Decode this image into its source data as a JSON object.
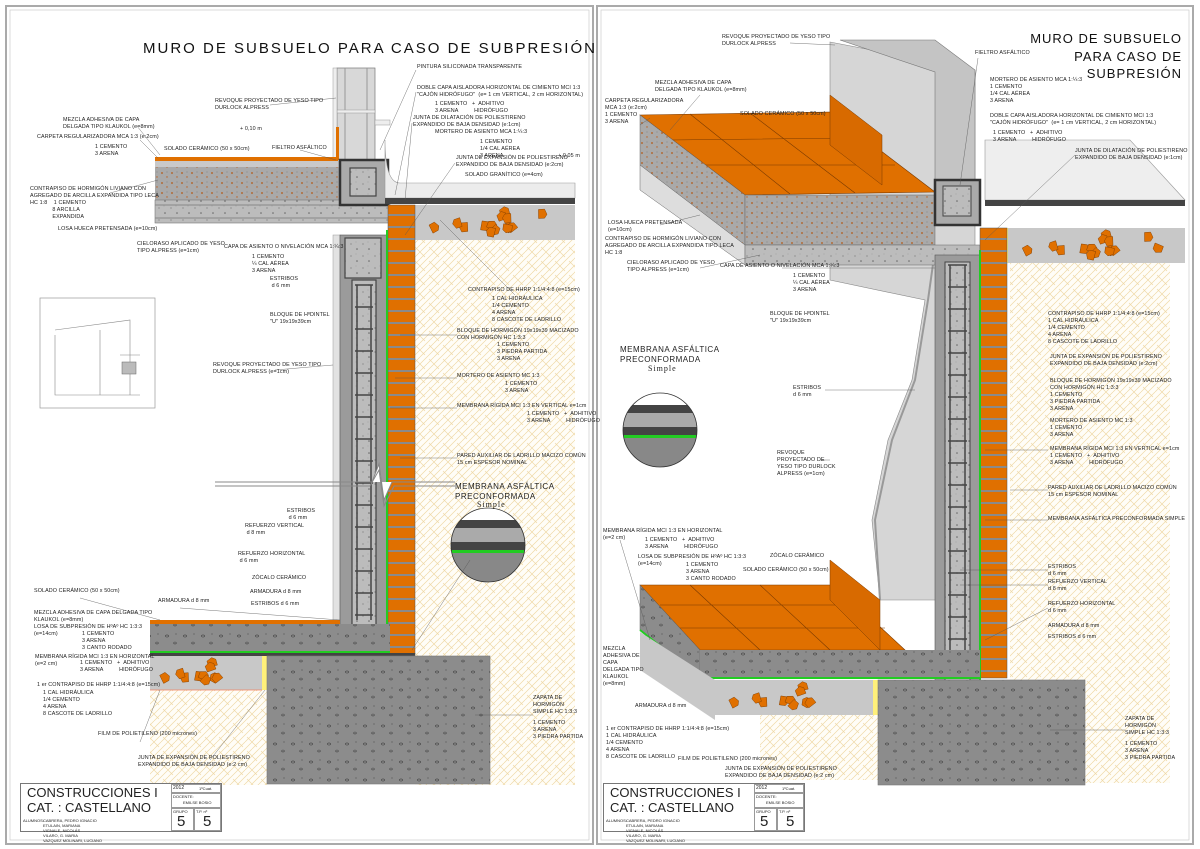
{
  "left": {
    "title": "MURO DE SUBSUELO PARA CASO DE SUBPRESIÓN",
    "membrane_title": "MEMBRANA ASFÁLTICA\nPRECONFORMADA",
    "membrane_sub": "Simple",
    "labels": [
      "PINTURA SILICONADA TRANSPARENTE",
      "DOBLE CAPA AISLADORA HORIZONTAL DE CIMIENTO MCI 1:3\n\"CAJÓN HIDRÓFUGO\"  (e= 1 cm VERTICAL, 2 cm HORIZONTAL)",
      "1 CEMENTO   +  ADHITIVO\n3 ARENA          HIDRÓFUGO",
      "JUNTA DE DILATACIÓN DE POLIESTIRENO\nEXPANDIDO DE BAJA DENSIDAD (e:1cm)",
      "MORTERO DE ASIENTO MCA 1:¼:3",
      "1 CEMENTO\n1/4 CAL AÉREA\n3 ARENA",
      "JUNTA DE EXPANSIÓN DE POLIESTIRENO\nEXPANDIDO DE BAJA DENSIDAD (e:2cm)",
      "SOLADO GRANÍTICO (e=4cm)",
      "+ 0,05 m",
      "REVOQUE PROYECTADO DE YESO TIPO\nDURLOCK ALPRESS",
      "MEZCLA ADHESIVA DE CAPA\nDELGADA TIPO KLAUKOL (e=8mm)",
      "CARPETA REGULARIZADORA MCA 1:3 (e:2cm)",
      "1 CEMENTO\n3 ARENA",
      "+ 0,10 m",
      "SOLADO CERÁMICO (50 x 50cm)",
      "FIELTRO ASFÁLTICO",
      "CONTRAPISO DE HORMIGÓN LIVIANO CON\nAGREGADO DE ARCILLA EXPANDIDA TIPO LECA\nHC 1:8    1 CEMENTO\n              8 ARCILLA\n              EXPANDIDA",
      "LOSA HUECA PRETENSADA (e=10cm)",
      "CIELORASO APLICADO DE YESO\nTIPO ALPRESS (e=1cm)",
      "CAPA DE ASIENTO O NIVELACIÓN MCA 1:¼:3",
      "1 CEMENTO\n¼ CAL AÉREA\n3 ARENA",
      "ESTRIBOS\n d 6 mm",
      "BLOQUE DE HºDINTEL\n\"U\" 19x19x39cm",
      "REVOQUE PROYECTADO DE YESO TIPO\nDURLOCK ALPRESS (e=1cm)",
      "CONTRAPISO DE HHRP 1:1/4:4:8 (e=15cm)",
      "1 CAL HIDRÁULICA\n1/4 CEMENTO\n4 ARENA\n8 CASCOTE DE LADRILLO",
      "BLOQUE DE HORMIGÓN 19x19x39 MACIZADO\nCON HORMIGÓN HC 1:3:3",
      "1 CEMENTO\n3 PIEDRA PARTIDA\n3 ARENA",
      "MORTERO DE ASIENTO MC 1:3",
      "1 CEMENTO\n3 ARENA",
      "MEMBRANA RÍGIDA MCI 1:3 EN VERTICAL e=1cm",
      "1 CEMENTO   +  ADHITIVO\n3 ARENA          HIDRÓFUGO",
      "PARED AUXILIAR DE LADRILLO MACIZO COMÚN\n15 cm ESPESOR NOMINAL",
      "ESTRIBOS\n d 6 mm",
      "REFUERZO VERTICAL\n d 8 mm",
      "REFUERZO HORIZONTAL\n d 6 mm",
      "ZÓCALO CERÁMICO",
      "ARMADURA d 8 mm",
      "ESTRIBOS d 6 mm",
      "ARMADURA d 8 mm",
      "SOLADO CERÁMICO (50 x 50cm)",
      "MEZCLA ADHESIVA DE CAPA DELGADA TIPO\nKLAUKOL (e=8mm)",
      "LOSA DE SUBPRESIÓN DE HºAº HC 1:3:3\n(e=14cm)",
      "1 CEMENTO\n3 ARENA\n3 CANTO RODADO",
      "MEMBRANA RÍGIDA MCI 1:3 EN HORIZONTAL\n(e=2 cm)",
      "1 CEMENTO   +  ADHITIVO\n3 ARENA          HIDRÓFUGO",
      "1 er CONTRAPISO DE HHRP 1:1/4:4:8 (e=15cm)",
      "1 CAL HIDRÁULICA\n1/4 CEMENTO\n4 ARENA\n8 CASCOTE DE LADRILLO",
      "FILM DE POLIETILENO (200 micrones)",
      "JUNTA DE EXPANSIÓN DE POLIESTIRENO\nEXPANDIDO DE BAJA DENSIDAD (e:2 cm)",
      "ZAPATA DE\nHORMIGÓN\nSIMPLE HC 1:3:3",
      "1 CEMENTO\n3 ARENA\n3 PIEDRA PARTIDA"
    ]
  },
  "right": {
    "title": "MURO DE SUBSUELO PARA CASO DE\nSUBPRESIÓN",
    "membrane_title": "MEMBRANA ASFÁLTICA\nPRECONFORMADA",
    "membrane_sub": "Simple",
    "labels": [
      "REVOQUE PROYECTADO DE YESO TIPO\nDURLOCK ALPRESS",
      "FIELTRO ASFÁLTICO",
      "MEZCLA ADHESIVA DE CAPA\nDELGADA TIPO KLAUKOL (e=8mm)",
      "CARPETA REGULARIZADORA\nMCA 1:3 (e:2cm)\n1 CEMENTO\n3 ARENA",
      "SOLADO CERÁMICO (50 x 50cm)",
      "MORTERO DE ASIENTO MCA 1:¼:3\n1 CEMENTO\n1/4 CAL AÉREA\n3 ARENA",
      "DOBLE CAPA AISLADORA HORIZONTAL DE CIMIENTO MCI 1:3\n\"CAJÓN HIDRÓFUGO\"  (e= 1 cm VERTICAL, 2 cm HORIZONTAL)",
      "1 CEMENTO   +  ADHITIVO\n3 ARENA          HIDRÓFUGO",
      "JUNTA DE DILATACIÓN DE POLIESTIRENO\nEXPANDIDO DE BAJA DENSIDAD (e:1cm)",
      "LOSA HUECA PRETENSADA\n(e=10cm)",
      "CONTRAPISO DE HORMIGÓN LIVIANO CON\nAGREGADO DE ARCILLA EXPANDIDA TIPO LECA\nHC 1:8",
      "CIELORASO APLICADO DE YESO\nTIPO ALPRESS (e=1cm)",
      "CAPA DE ASIENTO O NIVELACIÓN MCA 1:¼:3",
      "1 CEMENTO\n¼ CAL AÉREA\n3 ARENA",
      "BLOQUE DE HºDINTEL\n\"U\" 19x19x39cm",
      "CONTRAPISO DE HHRP 1:1/4:4:8 (e=15cm)\n1 CAL HIDRÁULICA\n1/4 CEMENTO\n4 ARENA\n8 CASCOTE DE LADRILLO",
      "JUNTA DE EXPANSIÓN DE POLIESTIRENO\nEXPANDIDO DE BAJA DENSIDAD (e:2cm)",
      "BLOQUE DE HORMIGÓN 19x19x39 MACIZADO\nCON HORMIGÓN HC 1:3:3\n1 CEMENTO\n3 PIEDRA PARTIDA\n3 ARENA",
      "MORTERO DE ASIENTO MC 1:3\n1 CEMENTO\n3 ARENA",
      "MEMBRANA RÍGIDA MCI 1:3 EN VERTICAL e=1cm\n1 CEMENTO   +  ADHITIVO\n3 ARENA          HIDRÓFUGO",
      "PARED AUXILIAR DE LADRILLO MACIZO COMÚN\n15 cm ESPESOR NOMINAL",
      "MEMBRANA ASFÁLTICA PRECONFORMADA SIMPLE",
      "ESTRIBOS\nd 6 mm",
      "REFUERZO VERTICAL\nd 8 mm",
      "REFUERZO HORIZONTAL\nd 6 mm",
      "ARMADURA d 8 mm",
      "ESTRIBOS d 6 mm",
      "ESTRIBOS\nd 6 mm",
      "REVOQUE\nPROYECTADO DE\nYESO TIPO DURLOCK\nALPRESS (e=1cm)",
      "MEMBRANA RÍGIDA MCI 1:3 EN HORIZONTAL\n(e=2 cm)",
      "1 CEMENTO   +  ADHITIVO\n3 ARENA          HIDRÓFUGO",
      "LOSA DE SUBPRESIÓN DE HºAº HC 1:3:3\n(e=14cm)",
      "1 CEMENTO\n3 ARENA\n3 CANTO RODADO",
      "ZÓCALO CERÁMICO",
      "SOLADO CERÁMICO (50 x 50cm)",
      "MEZCLA\nADHESIVA DE\nCAPA\nDELGADA TIPO\nKLAUKOL\n(e=8mm)",
      "ARMADURA d 8 mm",
      "1 er CONTRAPISO DE HHRP 1:1/4:4:8 (e=15cm)\n1 CAL HIDRÁULICA\n1/4 CEMENTO\n4 ARENA\n8 CASCOTE DE LADRILLO",
      "FILM DE POLIETILENO (200 micrones)",
      "JUNTA DE EXPANSIÓN DE POLIESTIRENO\nEXPANDIDO DE BAJA DENSIDAD (e:2 cm)",
      "ZAPATA DE\nHORMIGÓN\nSIMPLE HC 1:3:3",
      "1 CEMENTO\n3 ARENA\n3 PIEDRA PARTIDA"
    ]
  },
  "title_block": {
    "course": "CONSTRUCCIONES I",
    "chair": "CAT. : CASTELLANO",
    "year": "2012",
    "term": "1ºCuat.",
    "teacher_label": "DOCENTE:",
    "teacher": "EMILSE BOSIO",
    "students_label": "ALUMNOS:",
    "students": "CABRERA, PEDRO IGNACIO\nETULAIN, MARIANA\nVIGNALE, NICOLÁS\nVILARO, G. MARIA\nVAZQUEZ MOLINARI, LUCIANO",
    "group_label": "GRUPO",
    "group": "5",
    "tp_label": "T.P. nº",
    "tp": "5"
  },
  "colors": {
    "brick": "#e07000",
    "membrane": "#22cc22",
    "joint": "#fff07a",
    "earth": "#f3e3bf"
  }
}
